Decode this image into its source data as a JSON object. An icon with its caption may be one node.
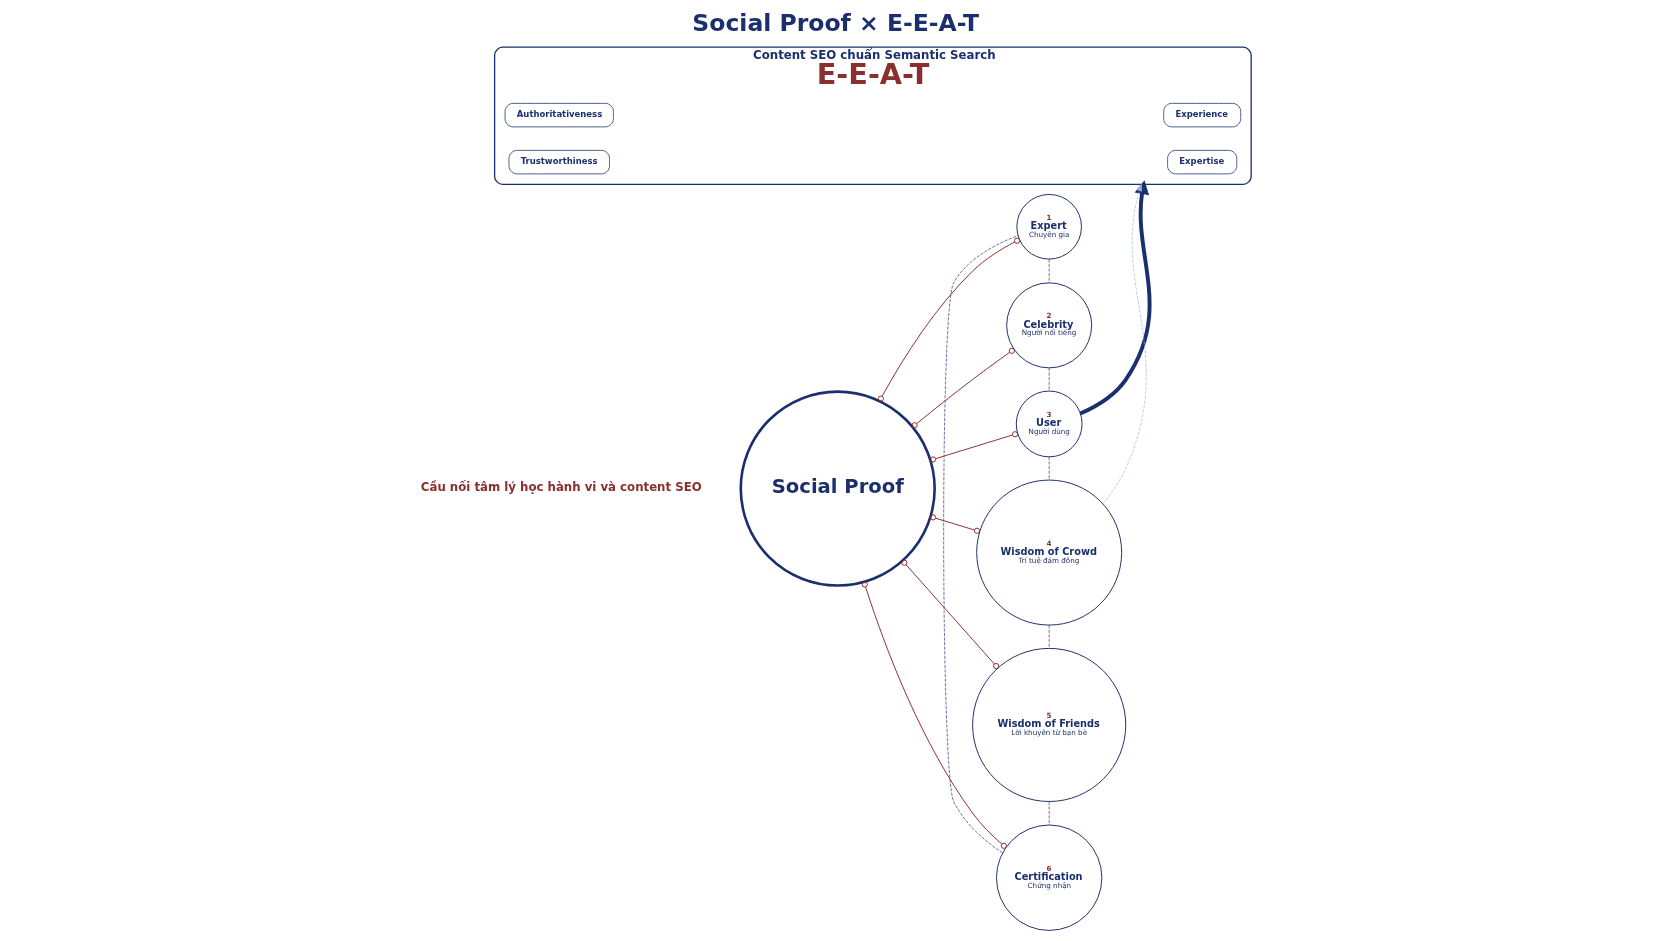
{
  "diagram": {
    "title": "Social Proof × E-E-A-T",
    "nodes": [
      {
        "text": [
          "Social Proof"
        ]
      },
      {
        "text": [
          "1",
          "Expert",
          "Chuyên gia"
        ]
      },
      {
        "text": [
          "2",
          "Celebrity",
          "Người nổi tiếng"
        ]
      },
      {
        "text": [
          "3",
          "User",
          "Người dùng"
        ]
      },
      {
        "text": [
          "4",
          "Wisdom of Crowd",
          "Trí tuệ đám đông"
        ]
      },
      {
        "text": [
          "5",
          "Wisdom of Friends",
          "Lời khuyên từ bạn bè"
        ]
      },
      {
        "text": [
          "6",
          "Certification",
          "Chứng nhận"
        ]
      },
      {
        "text": [
          "Content SEO chuẩn Semantic Search",
          "E-E-A-T"
        ]
      },
      {
        "text": [
          "Experience"
        ],
        "in": 7
      },
      {
        "text": [
          "Expertise"
        ],
        "in": 7
      },
      {
        "text": [
          "Authoritativeness"
        ],
        "in": 7
      },
      {
        "text": [
          "Trustworthiness"
        ],
        "in": 7
      }
    ],
    "edges": [
      {
        "from": 0,
        "to": 1,
        "arrow": "other",
        "color": "#8b2e2e"
      },
      {
        "from": 0,
        "to": 2,
        "arrow": "other",
        "color": "#8b2e2e"
      },
      {
        "from": 0,
        "to": 3,
        "arrow": "other",
        "color": "#8b2e2e"
      },
      {
        "from": 0,
        "to": 4,
        "arrow": "other",
        "color": "#8b2e2e"
      },
      {
        "from": 0,
        "to": 5,
        "arrow": "other",
        "color": "#8b2e2e"
      },
      {
        "from": 0,
        "to": 6,
        "arrow": "other",
        "color": "#8b2e2e"
      },
      {
        "from": 1,
        "to": 2,
        "arrow": "none",
        "style": "dashed"
      },
      {
        "from": 2,
        "to": 3,
        "arrow": "none",
        "style": "dashed"
      },
      {
        "from": 3,
        "to": 4,
        "arrow": "none",
        "style": "dashed"
      },
      {
        "from": 4,
        "to": 5,
        "arrow": "none",
        "style": "dashed"
      },
      {
        "from": 5,
        "to": 6,
        "arrow": "none",
        "style": "dashed"
      },
      {
        "from": 6,
        "to": 1,
        "arrow": "none",
        "style": "dashed"
      },
      {
        "from": 3,
        "to": 7,
        "arrow": "to",
        "style": "thick",
        "color": "#1b2f6e"
      },
      {
        "from": 4,
        "to": 7,
        "arrow": "to",
        "style": "dashed",
        "color": "#9fb3d9"
      }
    ],
    "labels": [
      "Cầu nối tâm lý học hành vi và content SEO"
    ]
  }
}
